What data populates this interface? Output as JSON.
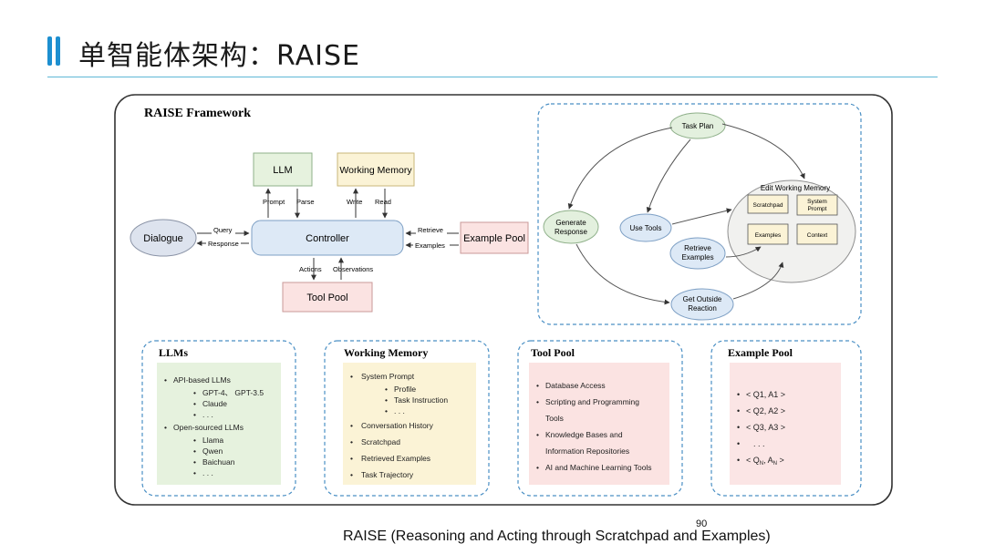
{
  "slide": {
    "title": "单智能体架构：RAISE",
    "caption": "RAISE (Reasoning and Acting through Scratchpad and Examples)",
    "page_number": "90"
  },
  "framework": {
    "title": "RAISE Framework",
    "nodes": {
      "llm": "LLM",
      "working_memory": "Working Memory",
      "dialogue": "Dialogue",
      "controller": "Controller",
      "example_pool": "Example Pool",
      "tool_pool": "Tool Pool"
    },
    "edges": {
      "prompt": "Prompt",
      "parse": "Parse",
      "write": "Write",
      "read": "Read",
      "query": "Query",
      "response": "Response",
      "retrieve": "Retrieve",
      "examples": "Examples",
      "actions": "Actions",
      "observations": "Observations"
    }
  },
  "flow": {
    "task_plan": "Task Plan",
    "generate_response": [
      "Generate",
      "Response"
    ],
    "use_tools": "Use Tools",
    "retrieve_examples": [
      "Retrieve",
      "Examples"
    ],
    "get_outside_reaction": [
      "Get Outside",
      "Reaction"
    ],
    "edit_working_memory": "Edit Working Memory",
    "scratchpad": "Scratchpad",
    "system_prompt": [
      "System",
      "Prompt"
    ],
    "examples": "Examples",
    "context": "Context"
  },
  "panels": {
    "llms": {
      "title": "LLMs",
      "line1": "API-based LLMs",
      "line2": "GPT-4、 GPT-3.5",
      "line3": "Claude",
      "line4": ". . .",
      "line5": "Open-sourced LLMs",
      "line6": "Llama",
      "line7": "Qwen",
      "line8": "Baichuan",
      "line9": ". . ."
    },
    "working_memory": {
      "title": "Working Memory",
      "line1": "System Prompt",
      "line2": "Profile",
      "line3": "Task Instruction",
      "line4": ". . .",
      "line5": "Conversation History",
      "line6": "Scratchpad",
      "line7": "Retrieved Examples",
      "line8": "Task Trajectory"
    },
    "tool_pool": {
      "title": "Tool  Pool",
      "line1": "Database Access",
      "line2": "Scripting and Programming",
      "line3": "Tools",
      "line4": "Knowledge Bases and",
      "line5": "Information Repositories",
      "line6": "AI and Machine Learning Tools"
    },
    "example_pool": {
      "title": "Example  Pool",
      "line1": "< Q1,  A1 >",
      "line2": "< Q2,  A2 >",
      "line3": "< Q3,  A3 >",
      "line4": ". . .",
      "line5": "< Q",
      "line5_sub": "N",
      "line5_mid": ",  A",
      "line5_sub2": "N",
      "line5_end": " >"
    }
  },
  "colors": {
    "accent": "#1d8fd0",
    "llm_box": "#e6f2de",
    "memory_box": "#fbf3d6",
    "tool_box": "#fbe3e2",
    "example_box": "#fbe5e5",
    "controller": "#dde9f6",
    "task_node": "#e3f0de",
    "blue_node": "#dde9f6",
    "dashed": "#4a8fc4"
  }
}
